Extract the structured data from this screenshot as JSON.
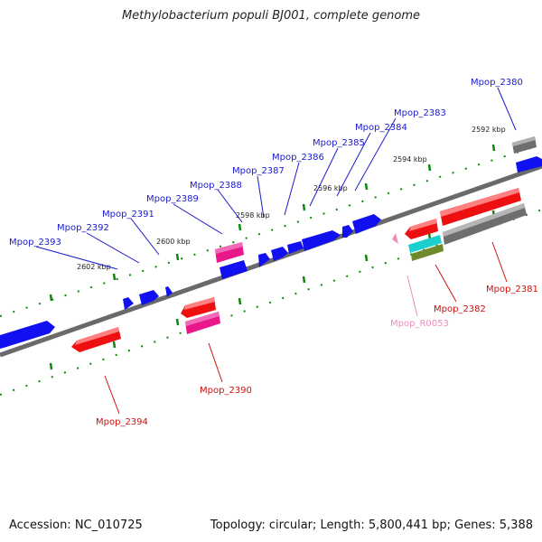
{
  "title": "Methylobacterium populi BJ001, complete genome",
  "footer": {
    "accession": "Accession: NC_010725",
    "summary": "Topology: circular; Length: 5,800,441 bp; Genes: 5,388"
  },
  "colors": {
    "backbone": "#7a7a7a",
    "forward_label": "#1a1ad0",
    "reverse_label": "#d01010",
    "rna_label": "#f08cc0",
    "cds_blue": "#1010f0",
    "cds_red": "#ee1010",
    "gray_feature": "#6e6e6e",
    "pink_feature": "#e8188a",
    "cyan_feature": "#1ccfcf",
    "olive_feature": "#6f8a2a",
    "tick_green": "#0a8a0a"
  },
  "kbp_labels": [
    {
      "text": "2592 kbp",
      "id": "kbp-2592"
    },
    {
      "text": "2594 kbp",
      "id": "kbp-2594"
    },
    {
      "text": "2596 kbp",
      "id": "kbp-2596"
    },
    {
      "text": "2598 kbp",
      "id": "kbp-2598"
    },
    {
      "text": "2600 kbp",
      "id": "kbp-2600"
    },
    {
      "text": "2602 kbp",
      "id": "kbp-2602"
    }
  ],
  "gene_labels": [
    {
      "text": "Mpop_2380",
      "strand": "forward"
    },
    {
      "text": "Mpop_2383",
      "strand": "forward"
    },
    {
      "text": "Mpop_2384",
      "strand": "forward"
    },
    {
      "text": "Mpop_2385",
      "strand": "forward"
    },
    {
      "text": "Mpop_2386",
      "strand": "forward"
    },
    {
      "text": "Mpop_2387",
      "strand": "forward"
    },
    {
      "text": "Mpop_2388",
      "strand": "forward"
    },
    {
      "text": "Mpop_2389",
      "strand": "forward"
    },
    {
      "text": "Mpop_2391",
      "strand": "forward"
    },
    {
      "text": "Mpop_2392",
      "strand": "forward"
    },
    {
      "text": "Mpop_2393",
      "strand": "forward"
    },
    {
      "text": "Mpop_2381",
      "strand": "reverse"
    },
    {
      "text": "Mpop_2382",
      "strand": "reverse"
    },
    {
      "text": "Mpop_R0053",
      "strand": "rna"
    },
    {
      "text": "Mpop_2390",
      "strand": "reverse"
    },
    {
      "text": "Mpop_2394",
      "strand": "reverse"
    }
  ]
}
